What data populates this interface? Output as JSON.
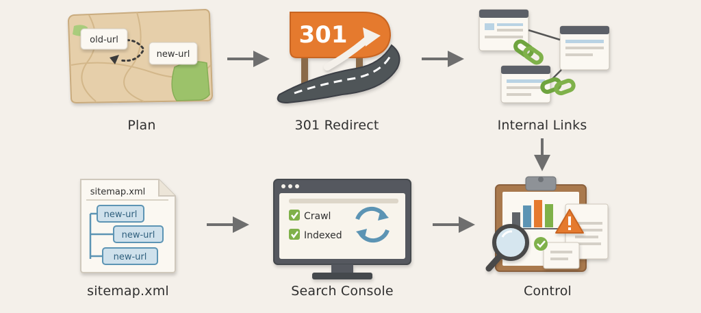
{
  "steps": [
    {
      "id": "plan",
      "label": "Plan",
      "icon": "map-icon",
      "tags": {
        "from": "old-url",
        "to": "new-url"
      }
    },
    {
      "id": "redirect",
      "label": "301 Redirect",
      "icon": "redirect-sign-icon",
      "sign_text": "301"
    },
    {
      "id": "internal-links",
      "label": "Internal Links",
      "icon": "linked-pages-icon"
    },
    {
      "id": "sitemap",
      "label": "sitemap.xml",
      "icon": "sitemap-file-icon",
      "file_title": "sitemap.xml",
      "entries": [
        "new-url",
        "new-url",
        "new-url"
      ]
    },
    {
      "id": "search-console",
      "label": "Search Console",
      "icon": "monitor-icon",
      "checks": [
        "Crawl",
        "Indexed"
      ]
    },
    {
      "id": "control",
      "label": "Control",
      "icon": "clipboard-report-icon"
    }
  ],
  "colors": {
    "background": "#f4f0ea",
    "accent_orange": "#e57a2e",
    "accent_green": "#7fb14a",
    "accent_blue": "#4a8fb0",
    "dark": "#4a4a4a"
  }
}
